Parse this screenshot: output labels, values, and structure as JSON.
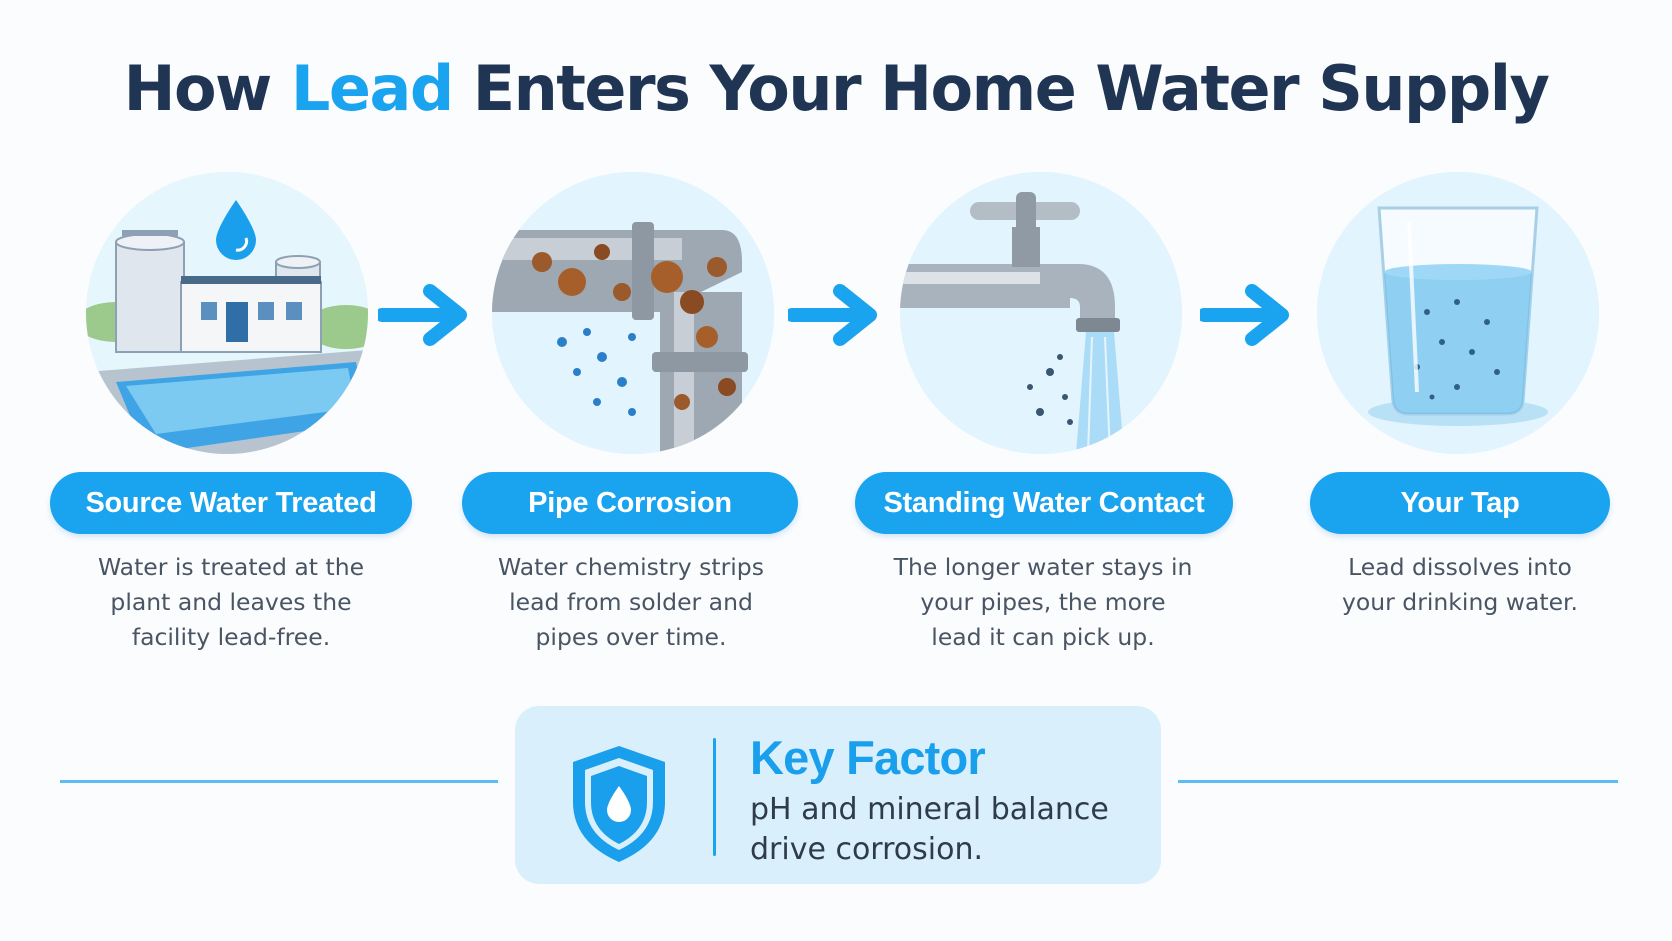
{
  "title": {
    "prefix": "How ",
    "highlight": "Lead",
    "suffix": " Enters Your Home Water Supply"
  },
  "steps": [
    {
      "label": "Source Water Treated",
      "description": "Water is treated at the plant and leaves the facility lead-free.",
      "icon": "water-treatment-plant-icon"
    },
    {
      "label": "Pipe Corrosion",
      "description": "Water chemistry strips lead from solder and pipes over time.",
      "icon": "corroded-pipe-icon"
    },
    {
      "label": "Standing Water Contact",
      "description": "The longer water stays in your pipes, the more lead it can pick up.",
      "icon": "faucet-icon"
    },
    {
      "label": "Your Tap",
      "description": "Lead dissolves into your drinking water.",
      "icon": "glass-of-water-icon"
    }
  ],
  "key_factor": {
    "title": "Key Factor",
    "text": "pH and mineral balance drive corrosion.",
    "icon": "shield-water-drop-icon"
  },
  "colors": {
    "accent": "#1aa3ee",
    "title_text": "#1f3553",
    "body_text": "#4a5564",
    "key_box_bg": "#d9f0fc"
  }
}
